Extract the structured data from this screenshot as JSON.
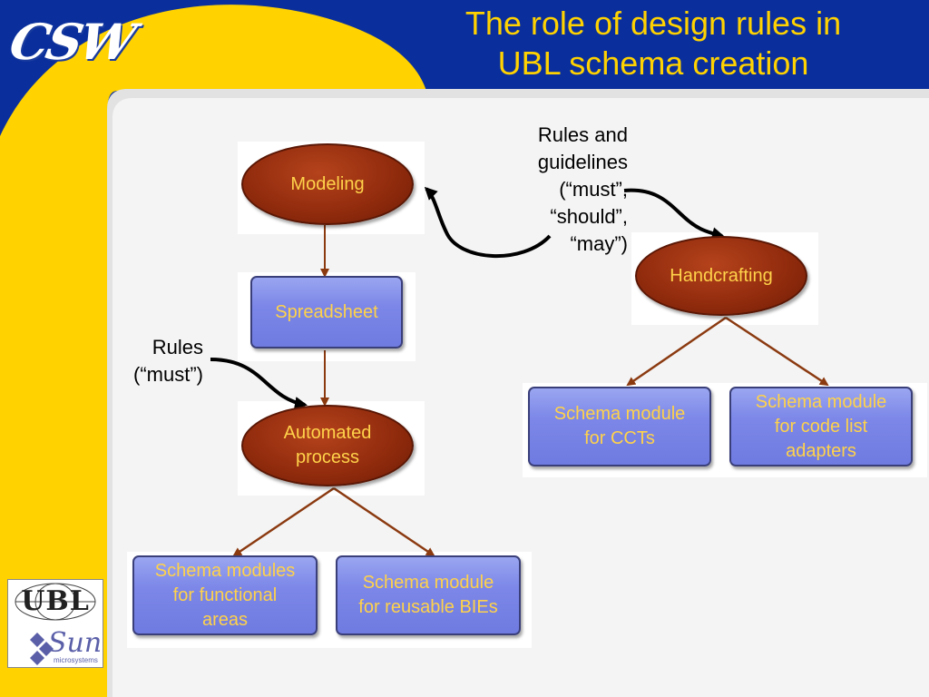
{
  "title": {
    "line1": "The role of design rules in",
    "line2": "UBL schema creation"
  },
  "logos": {
    "csw": "CSW",
    "ubl": "UBL",
    "sun": "Sun",
    "sun_sub": "microsystems"
  },
  "nodes": {
    "modeling": "Modeling",
    "spreadsheet": "Spreadsheet",
    "automated": "Automated\nprocess",
    "handcrafting": "Handcrafting",
    "functional": "Schema modules\nfor functional\nareas",
    "reusable": "Schema module\nfor reusable BIEs",
    "ccts": "Schema module\nfor CCTs",
    "codelist": "Schema module\nfor code list\nadapters"
  },
  "annotations": {
    "rules_must": "Rules\n(“must”)",
    "rules_guidelines": "Rules and\nguidelines\n(“must”,\n“should”,\n“may”)"
  },
  "colors": {
    "title": "#ffd200",
    "background_blue": "#0a2f9c",
    "panel": "#f4f4f4",
    "ellipse": "#8f2a0c",
    "rect": "#7c87e8",
    "node_text": "#ffd24a",
    "connector": "#8b3a10"
  }
}
